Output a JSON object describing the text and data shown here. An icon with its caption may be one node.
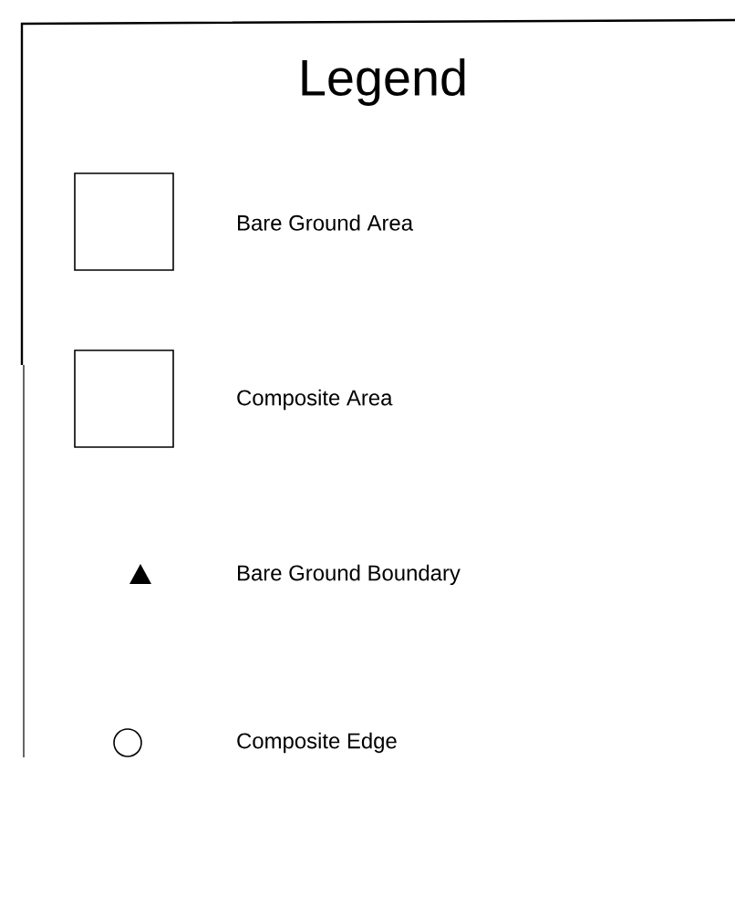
{
  "diagram": {
    "title": "Legend",
    "legend": [
      {
        "text": "Bare Ground Area"
      },
      {
        "text": "Composite Area"
      },
      {
        "text": "Bare Ground Boundary"
      },
      {
        "text": "Composite Edge"
      }
    ]
  }
}
